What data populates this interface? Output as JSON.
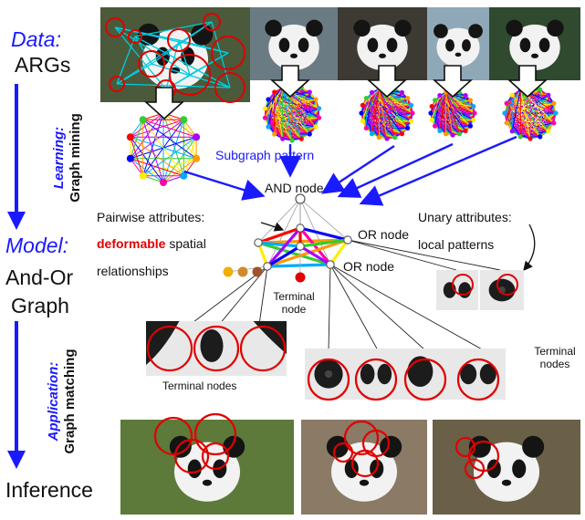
{
  "stages": {
    "data": {
      "title": "Data:",
      "sub": "ARGs"
    },
    "learning": {
      "title": "Learning:",
      "sub": "Graph mining"
    },
    "model": {
      "title": "Model:",
      "sub1": "And-Or",
      "sub2": "Graph"
    },
    "application": {
      "title": "Application:",
      "sub": "Graph matching"
    },
    "inference": {
      "sub": "Inference"
    }
  },
  "labels": {
    "subgraph_pattern": "Subgraph pattern",
    "and_node": "AND node",
    "or_node_1": "OR node",
    "or_node_2": "OR node",
    "pairwise_attributes": "Pairwise attributes:",
    "deformable": "deformable",
    "spatial": " spatial",
    "relationships": "relationships",
    "unary_attributes": "Unary attributes:",
    "local_patterns": "local patterns",
    "terminal_node_1": "Terminal",
    "terminal_node_2": "node",
    "terminal_nodes_left": "Terminal nodes",
    "terminal_nodes_right_1": "Terminal",
    "terminal_nodes_right_2": "nodes"
  },
  "colors": {
    "stage_blue": "#1a1aff",
    "arrow_blue": "#1a1aff",
    "deformable_red": "#e00000",
    "circle_red": "#e00000",
    "edge_colors": [
      "#ff0000",
      "#ff9900",
      "#ffee00",
      "#33cc33",
      "#00aaff",
      "#0000ff",
      "#aa00ff",
      "#ff00aa"
    ]
  },
  "icons": {
    "photo": "panda-photo",
    "graph": "complete-graph",
    "arrow": "hollow-down-arrow"
  }
}
